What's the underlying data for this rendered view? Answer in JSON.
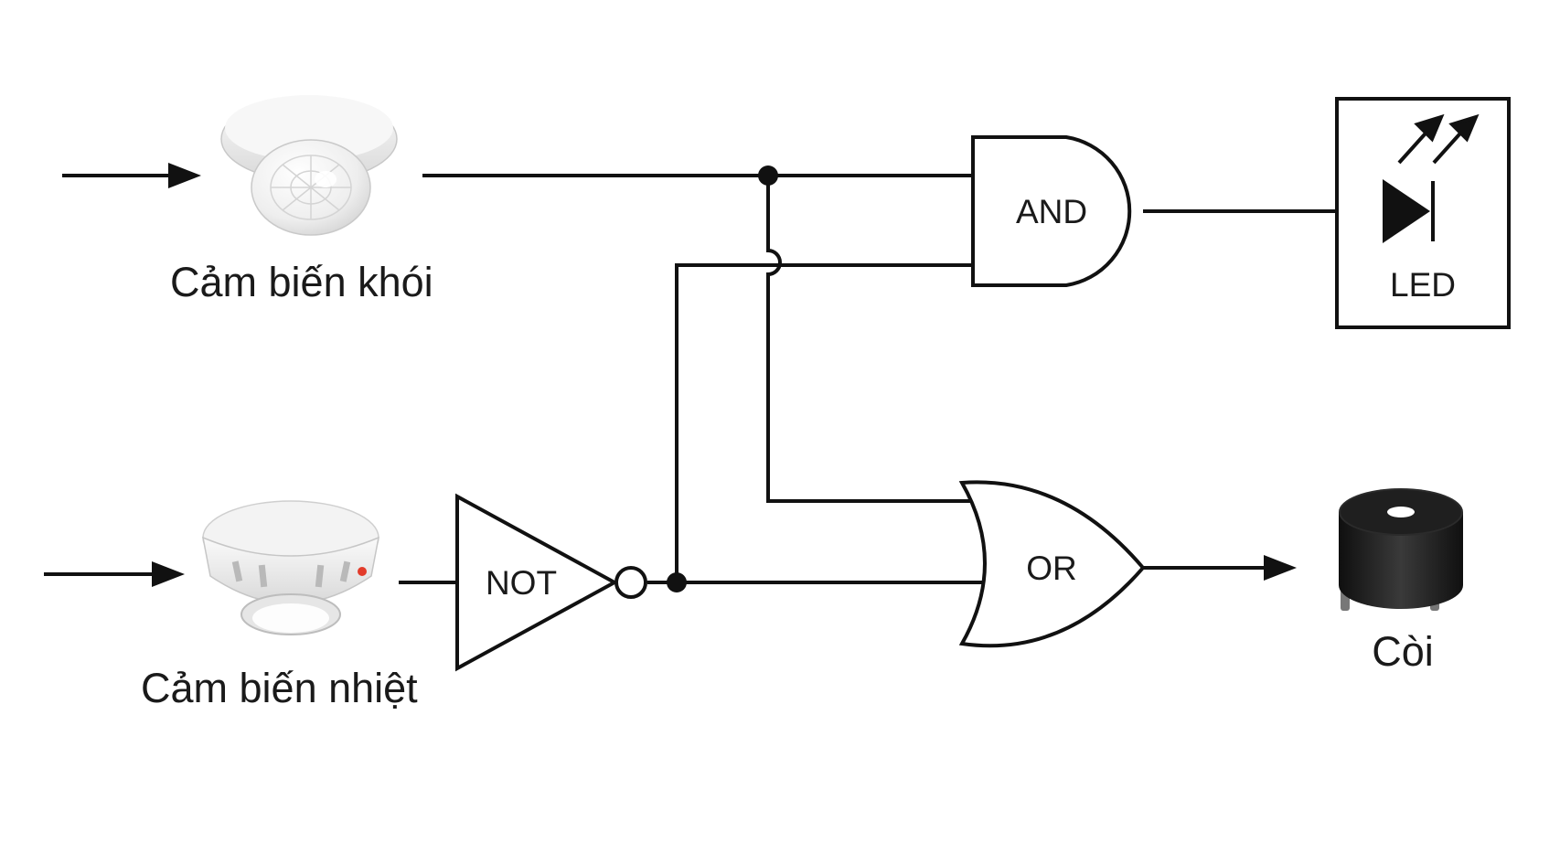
{
  "sensors": {
    "smoke": {
      "label": "Cảm biến khói"
    },
    "heat": {
      "label": "Cảm biến nhiệt"
    }
  },
  "gates": {
    "and": {
      "label": "AND"
    },
    "or": {
      "label": "OR"
    },
    "not": {
      "label": "NOT"
    }
  },
  "outputs": {
    "led": {
      "label": "LED"
    },
    "buzzer": {
      "label": "Còi"
    }
  },
  "colors": {
    "line": "#111111",
    "background": "#ffffff",
    "sensor_body": "#f2f2f2",
    "buzzer_body": "#1c1c1c",
    "indicator": "#e23b2a"
  }
}
